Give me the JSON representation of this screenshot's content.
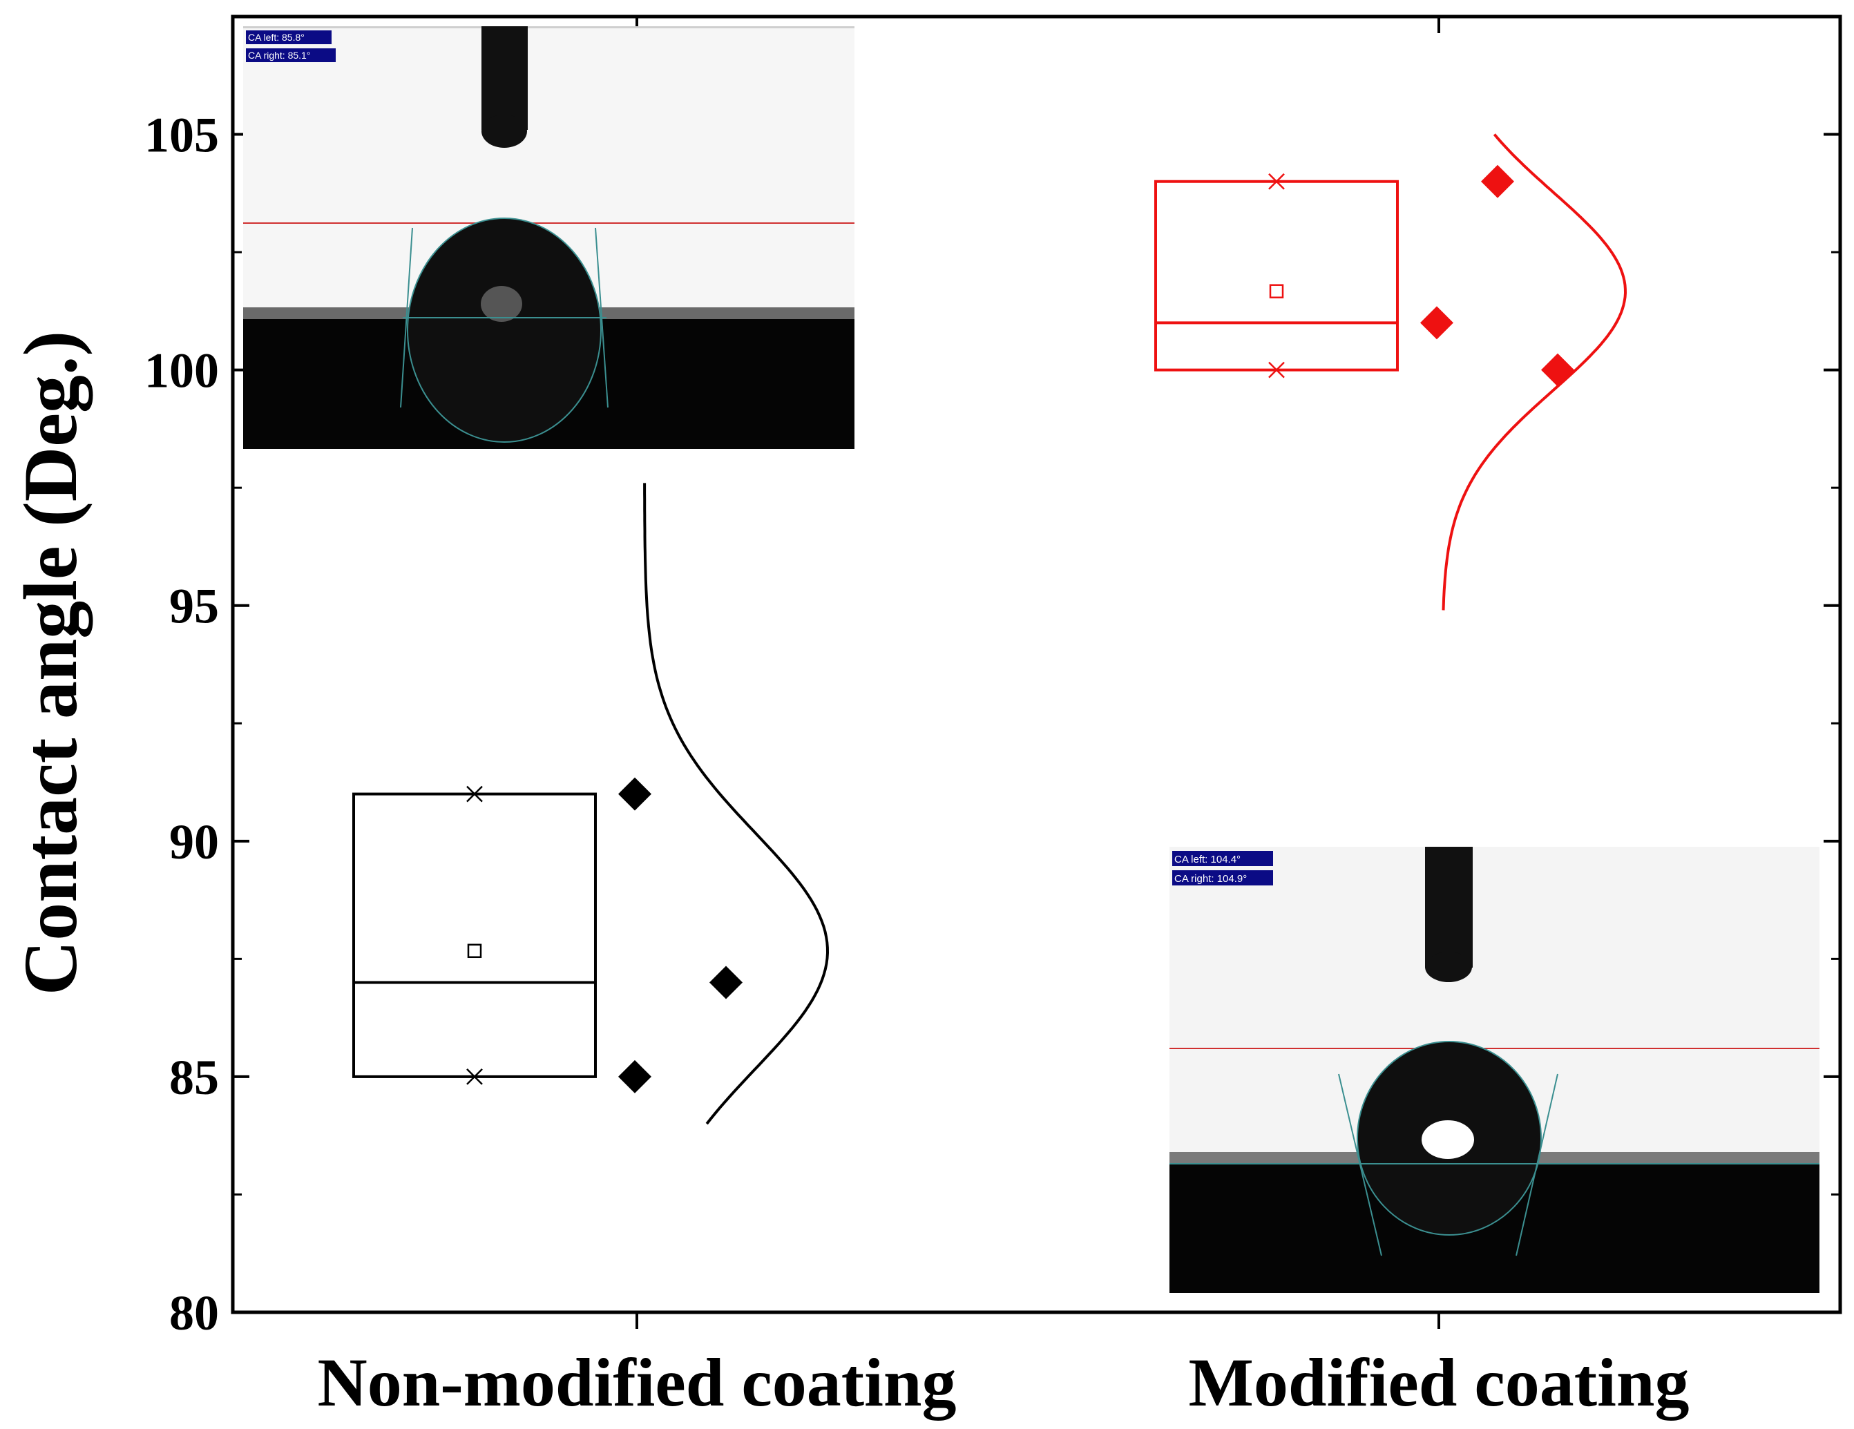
{
  "chart_data": {
    "type": "box",
    "ylabel": "Contact angle (Deg.)",
    "ylim": [
      80,
      107.5
    ],
    "yticks": [
      80,
      85,
      90,
      95,
      100,
      105
    ],
    "grid": false,
    "categories": [
      "Non-modified coating",
      "Modified coating"
    ],
    "series": [
      {
        "category": "Non-modified coating",
        "color": "#000000",
        "points": [
          91,
          87,
          85
        ],
        "box": {
          "q1": 85,
          "median": 87,
          "q3": 91,
          "mean": 87.67,
          "min": 85,
          "max": 91
        },
        "distribution_curve": {
          "mean": 87.67,
          "sd": 2.5,
          "y_range": [
            84,
            97.6
          ]
        }
      },
      {
        "category": "Modified coating",
        "color": "#ee1111",
        "points": [
          104,
          101,
          100
        ],
        "box": {
          "q1": 100,
          "median": 101,
          "q3": 104,
          "mean": 101.67,
          "min": 100,
          "max": 104
        },
        "distribution_curve": {
          "mean": 101.67,
          "sd": 2.1,
          "y_range": [
            94.9,
            105
          ]
        }
      }
    ]
  },
  "insets": [
    {
      "ca_left": "CA left:  85.8°",
      "ca_right": "CA right: 85.1°"
    },
    {
      "ca_left": "CA left:  104.4°",
      "ca_right": "CA right: 104.9°"
    }
  ]
}
